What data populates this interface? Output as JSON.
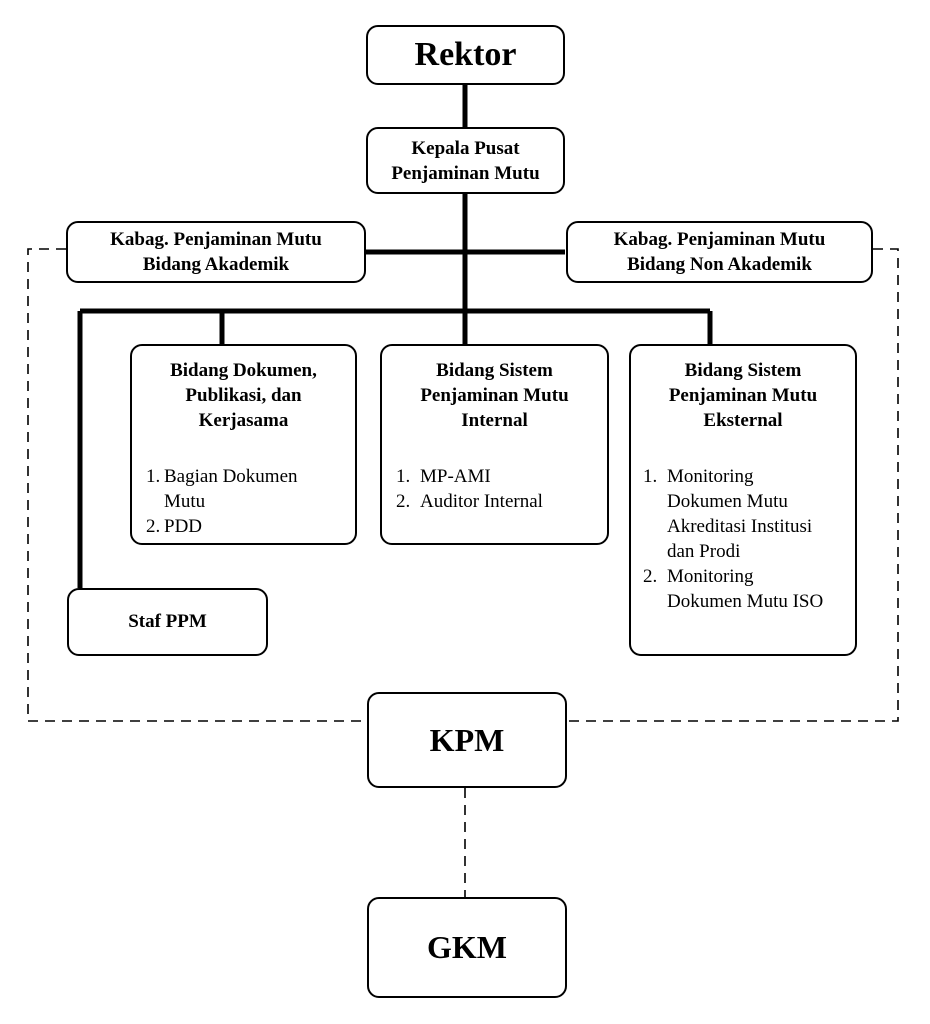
{
  "title": "Rektor",
  "kepala": {
    "line1": "Kepala Pusat",
    "line2": "Penjaminan Mutu"
  },
  "kabag_akademik": {
    "line1": "Kabag. Penjaminan Mutu",
    "line2": "Bidang Akademik"
  },
  "kabag_non_akademik": {
    "line1": "Kabag. Penjaminan Mutu",
    "line2": "Bidang Non Akademik"
  },
  "bidang_dokumen": {
    "heading": [
      "Bidang Dokumen,",
      "Publikasi, dan",
      "Kerjasama"
    ],
    "items": [
      {
        "num": "1.",
        "lines": [
          "Bagian Dokumen",
          "Mutu"
        ]
      },
      {
        "num": "2.",
        "lines": [
          "PDD"
        ]
      }
    ]
  },
  "bidang_internal": {
    "heading": [
      "Bidang Sistem",
      "Penjaminan Mutu",
      "Internal"
    ],
    "items": [
      {
        "num": "1.",
        "lines": [
          "MP-AMI"
        ]
      },
      {
        "num": "2.",
        "lines": [
          "Auditor Internal"
        ]
      }
    ]
  },
  "bidang_eksternal": {
    "heading": [
      "Bidang Sistem",
      "Penjaminan Mutu",
      "Eksternal"
    ],
    "items": [
      {
        "num": "1.",
        "lines": [
          "Monitoring",
          "Dokumen Mutu",
          "Akreditasi Institusi",
          "dan Prodi"
        ]
      },
      {
        "num": "2.",
        "lines": [
          "Monitoring",
          "Dokumen Mutu ISO"
        ]
      }
    ]
  },
  "staf": "Staf PPM",
  "kpm": "KPM",
  "gkm": "GKM"
}
